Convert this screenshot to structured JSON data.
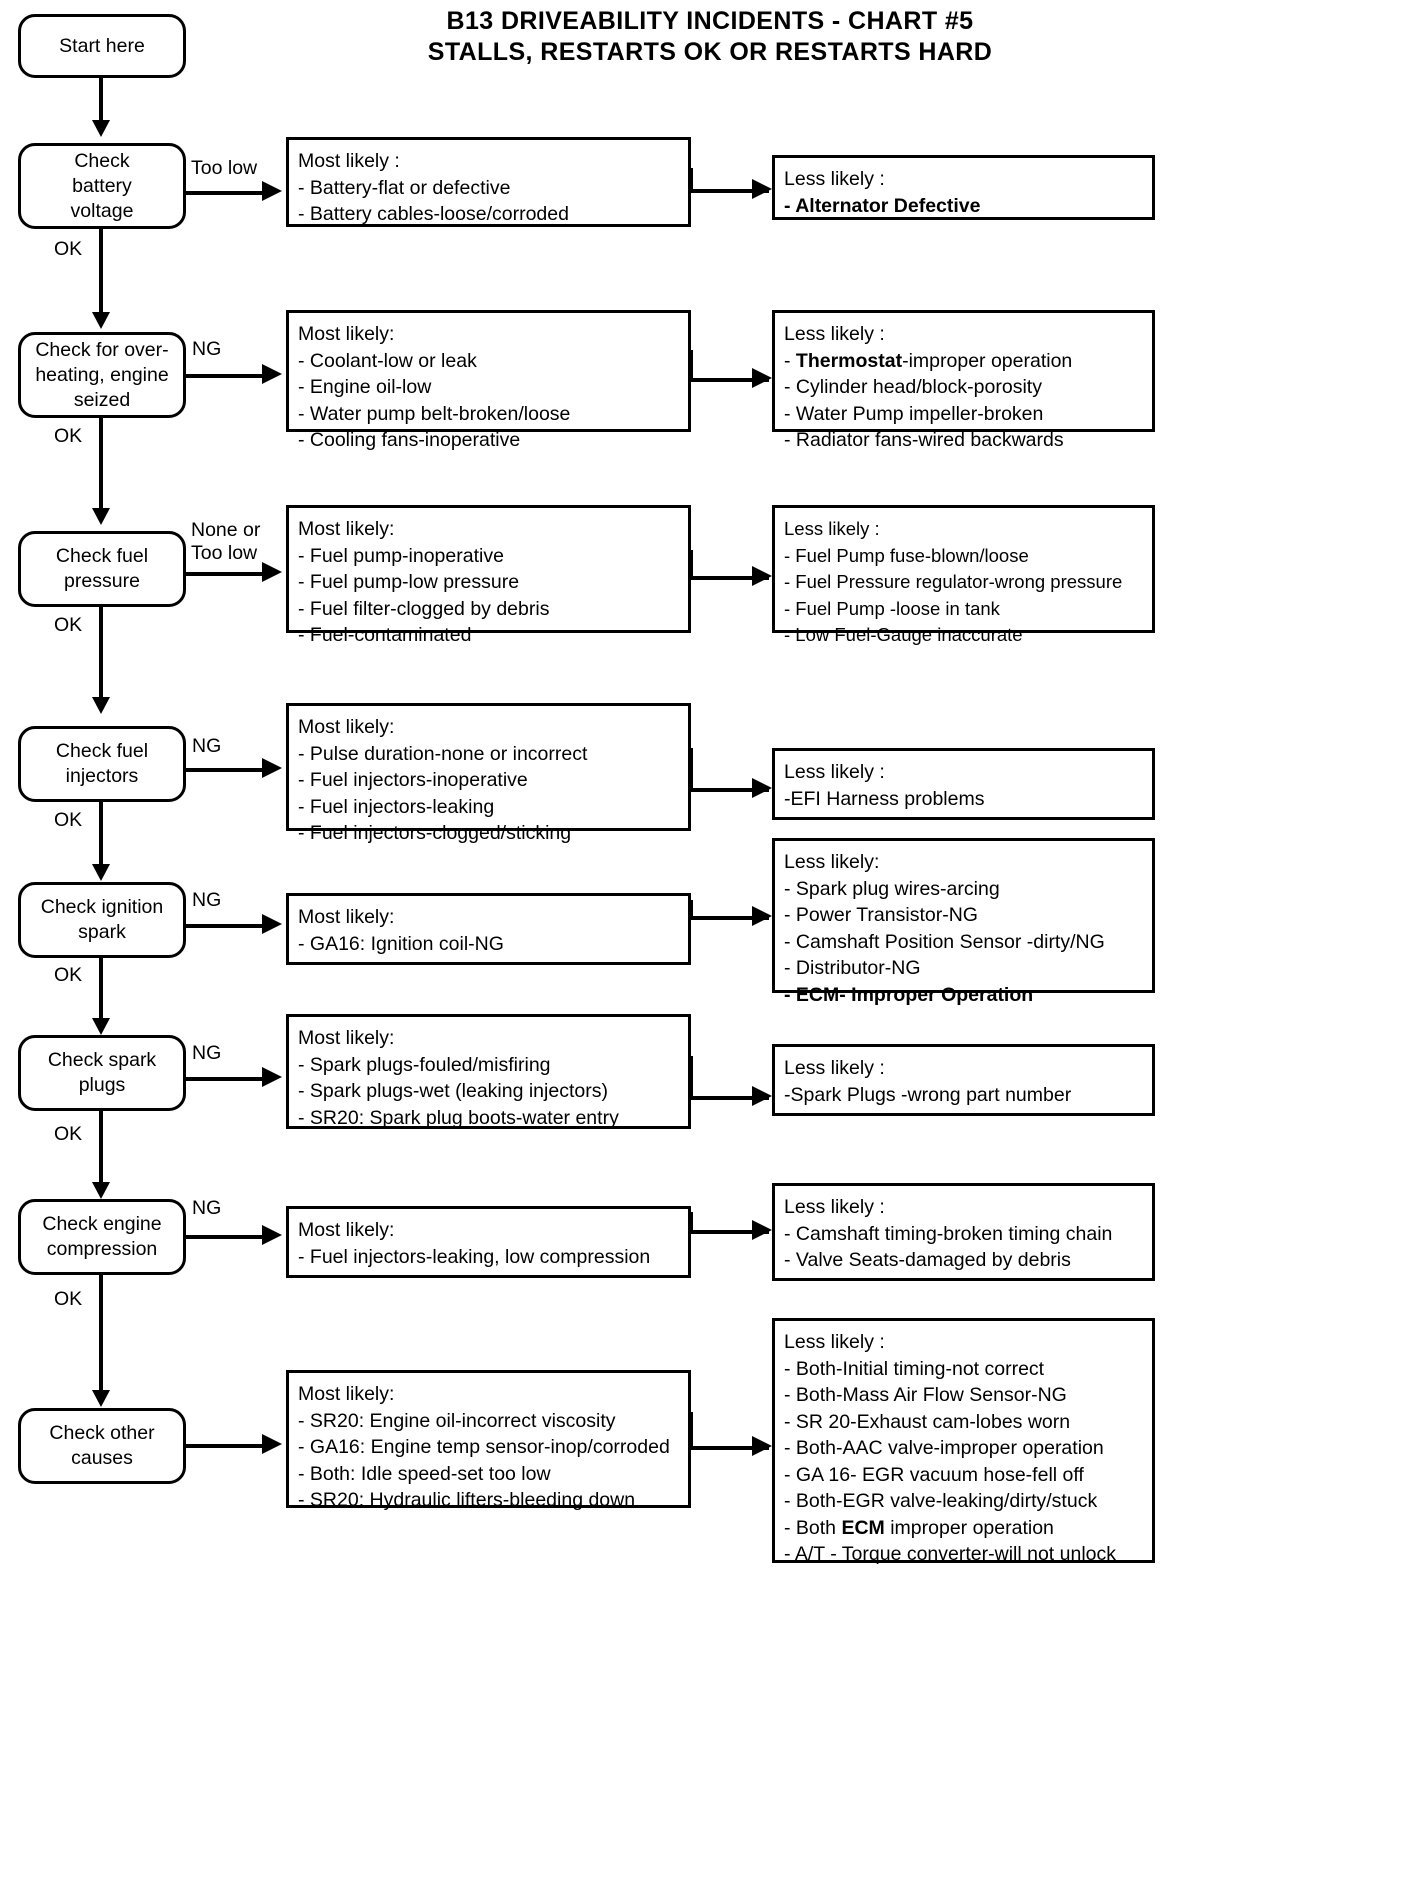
{
  "title": {
    "line1": "B13 DRIVEABILITY INCIDENTS - CHART #5",
    "line2": "STALLS, RESTARTS OK OR RESTARTS HARD"
  },
  "start": {
    "label": "Start here"
  },
  "labels": {
    "ok": "OK",
    "too_low": "Too low",
    "ng": "NG",
    "none_or": "None or",
    "too_low2": "Too low"
  },
  "headers": {
    "most_likely": "Most likely:",
    "most_likely_colon_space": "Most likely :",
    "less_likely": "Less likely:",
    "less_likely_space": "Less  likely :"
  },
  "steps": [
    {
      "id": "battery",
      "lines": [
        "Check",
        "battery",
        "voltage"
      ]
    },
    {
      "id": "overheat",
      "lines": [
        "Check for over-",
        "heating, engine",
        "seized"
      ]
    },
    {
      "id": "fuelpress",
      "lines": [
        "Check fuel",
        "pressure"
      ]
    },
    {
      "id": "injectors",
      "lines": [
        "Check fuel",
        "injectors"
      ]
    },
    {
      "id": "ignition",
      "lines": [
        "Check ignition",
        "spark"
      ]
    },
    {
      "id": "sparkplugs",
      "lines": [
        "Check spark",
        "plugs"
      ]
    },
    {
      "id": "compression",
      "lines": [
        "Check engine",
        "compression"
      ]
    },
    {
      "id": "other",
      "lines": [
        "Check other",
        "causes"
      ]
    }
  ],
  "rows": [
    {
      "id": "battery",
      "edge_label": "Too low",
      "most_likely": {
        "header": "Most likely :",
        "items": [
          {
            "text": "- Battery-flat or defective",
            "bold": false
          },
          {
            "text": "- Battery cables-loose/corroded",
            "bold": false
          }
        ]
      },
      "less_likely": {
        "header": "Less likely :",
        "items": [
          {
            "text": "-  Alternator Defective",
            "bold": true
          }
        ]
      }
    },
    {
      "id": "overheat",
      "edge_label": "NG",
      "most_likely": {
        "header": "Most likely:",
        "items": [
          {
            "text": "-  Coolant-low or leak",
            "bold": false
          },
          {
            "text": "-  Engine oil-low",
            "bold": false
          },
          {
            "text": "-  Water pump belt-broken/loose",
            "bold": false
          },
          {
            "text": "-  Cooling fans-inoperative",
            "bold": false
          }
        ]
      },
      "less_likely": {
        "header": "Less likely :",
        "items": [
          {
            "text": "- ",
            "bold_prefix": "Thermostat",
            "suffix": "-improper operation"
          },
          {
            "text": "-  Cylinder head/block-porosity",
            "bold": false
          },
          {
            "text": "-  Water Pump impeller-broken",
            "bold": false
          },
          {
            "text": "-  Radiator fans-wired backwards",
            "bold": false
          }
        ]
      }
    },
    {
      "id": "fuelpress",
      "edge_label_line1": "None or",
      "edge_label_line2": "Too low",
      "most_likely": {
        "header": "Most likely:",
        "items": [
          {
            "text": "-  Fuel pump-inoperative",
            "bold": false
          },
          {
            "text": "-  Fuel pump-low pressure",
            "bold": false
          },
          {
            "text": "-  Fuel filter-clogged by debris",
            "bold": false
          },
          {
            "text": "-  Fuel-contaminated",
            "bold": false
          }
        ]
      },
      "less_likely": {
        "header": "Less  likely :",
        "items": [
          {
            "text": "-  Fuel Pump fuse-blown/loose",
            "bold": false
          },
          {
            "text": "-  Fuel Pressure  regulator-wrong pressure",
            "bold": false
          },
          {
            "text": "-  Fuel Pump -loose in tank",
            "bold": false
          },
          {
            "text": "-  Low Fuel-Gauge inaccurate",
            "bold": false
          }
        ]
      }
    },
    {
      "id": "injectors",
      "edge_label": "NG",
      "most_likely": {
        "header": "Most likely:",
        "items": [
          {
            "text": "-  Pulse duration-none or incorrect",
            "bold": false
          },
          {
            "text": "-  Fuel injectors-inoperative",
            "bold": false
          },
          {
            "text": "-  Fuel injectors-leaking",
            "bold": false
          },
          {
            "text": "-  Fuel injectors-clogged/sticking",
            "bold": false
          }
        ]
      },
      "less_likely": {
        "header": "Less  likely :",
        "items": [
          {
            "text": "-EFI Harness problems",
            "bold": false
          }
        ]
      }
    },
    {
      "id": "ignition",
      "edge_label": "NG",
      "most_likely": {
        "header": "Most likely:",
        "items": [
          {
            "text": "-  GA16:  Ignition coil-NG",
            "bold": false
          }
        ]
      },
      "less_likely": {
        "header": "Less likely:",
        "items": [
          {
            "text": "-  Spark plug wires-arcing",
            "bold": false
          },
          {
            "text": "-  Power Transistor-NG",
            "bold": false
          },
          {
            "text": "-  Camshaft Position Sensor -dirty/NG",
            "bold": false
          },
          {
            "text": "-  Distributor-NG",
            "bold": false
          },
          {
            "text": "-  ECM-  Improper Operation",
            "bold": true
          }
        ]
      }
    },
    {
      "id": "sparkplugs",
      "edge_label": "NG",
      "most_likely": {
        "header": "Most likely:",
        "items": [
          {
            "text": "-  Spark plugs-fouled/misfiring",
            "bold": false
          },
          {
            "text": "-  Spark plugs-wet (leaking injectors)",
            "bold": false
          },
          {
            "text": "-  SR20: Spark plug boots-water entry",
            "bold": false
          }
        ]
      },
      "less_likely": {
        "header": "Less  likely :",
        "items": [
          {
            "text": "-Spark Plugs -wrong part number",
            "bold": false
          }
        ]
      }
    },
    {
      "id": "compression",
      "edge_label": "NG",
      "most_likely": {
        "header": "Most likely:",
        "items": [
          {
            "text": "-  Fuel injectors-leaking, low compression",
            "bold": false
          }
        ]
      },
      "less_likely": {
        "header": "Less  likely :",
        "items": [
          {
            "text": "-  Camshaft timing-broken timing chain",
            "bold": false
          },
          {
            "text": "-  Valve Seats-damaged by debris",
            "bold": false
          }
        ]
      }
    },
    {
      "id": "other",
      "edge_label": "",
      "most_likely": {
        "header": "Most likely:",
        "items": [
          {
            "text": "-  SR20: Engine oil-incorrect viscosity",
            "bold": false
          },
          {
            "text": "-  GA16: Engine temp sensor-inop/corroded",
            "bold": false
          },
          {
            "text": "-  Both: Idle speed-set too low",
            "bold": false
          },
          {
            "text": "-  SR20: Hydraulic lifters-bleeding down",
            "bold": false
          }
        ]
      },
      "less_likely": {
        "header": "Less likely :",
        "items": [
          {
            "text": "-  Both-Initial  timing-not correct",
            "bold": false
          },
          {
            "text": "-  Both-Mass Air Flow Sensor-NG",
            "bold": false
          },
          {
            "text": "-  SR 20-Exhaust cam-lobes worn",
            "bold": false
          },
          {
            "text": "-  Both-AAC  valve-improper operation",
            "bold": false
          },
          {
            "text": "-  GA 16- EGR vacuum hose-fell off",
            "bold": false
          },
          {
            "text": "-  Both-EGR  valve-leaking/dirty/stuck",
            "bold": false
          },
          {
            "text": "-  Both ",
            "bold_prefix": "ECM",
            "suffix": " improper operation"
          },
          {
            "text": "-  A/T - Torque converter-will not unlock",
            "bold": false
          }
        ]
      }
    }
  ],
  "colors": {
    "stroke": "#000000",
    "background": "#ffffff"
  }
}
